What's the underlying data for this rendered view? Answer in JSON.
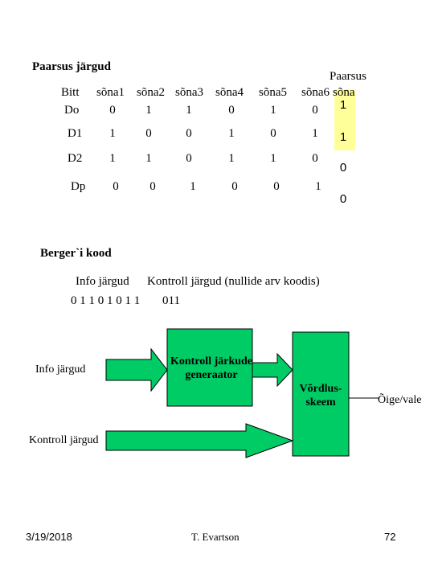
{
  "colors": {
    "green": "#00cc66",
    "parity_highlight": "#ffff99"
  },
  "title_parity": "Paarsus järgud",
  "parity_header_top": "Paarsus",
  "table": {
    "row_header_label": "Bitt",
    "columns": [
      "sõna1",
      "sõna2",
      "sõna3",
      "sõna4",
      "sõna5",
      "sõna6"
    ],
    "parity_column_label": "sõna",
    "rows": [
      {
        "label": "Do",
        "values": [
          "0",
          "1",
          "1",
          "0",
          "1",
          "0"
        ],
        "parity": "1"
      },
      {
        "label": "D1",
        "values": [
          "1",
          "0",
          "0",
          "1",
          "0",
          "1"
        ],
        "parity": "1"
      },
      {
        "label": "D2",
        "values": [
          "1",
          "1",
          "0",
          "1",
          "1",
          "0"
        ],
        "parity": "0"
      },
      {
        "label": "Dp",
        "values": [
          "0",
          "0",
          "1",
          "0",
          "0",
          "1"
        ],
        "parity": "0"
      }
    ]
  },
  "berger": {
    "title": "Berger`i kood",
    "info_label": "Info järgud",
    "control_label": "Kontroll järgud (nullide arv koodis)",
    "info_bits": "0 1 1 0 1 0 1 1",
    "control_bits": "011"
  },
  "diagram": {
    "info_input_label": "Info järgud",
    "generator_label_line1": "Kontroll järkude",
    "generator_label_line2": "generaator",
    "comparator_label_line1": "Võrdlus-",
    "comparator_label_line2": "skeem",
    "output_label": "Õige/vale",
    "control_input_label": "Kontroll järgud"
  },
  "footer": {
    "date": "3/19/2018",
    "author": "T. Evartson",
    "page": "72"
  }
}
